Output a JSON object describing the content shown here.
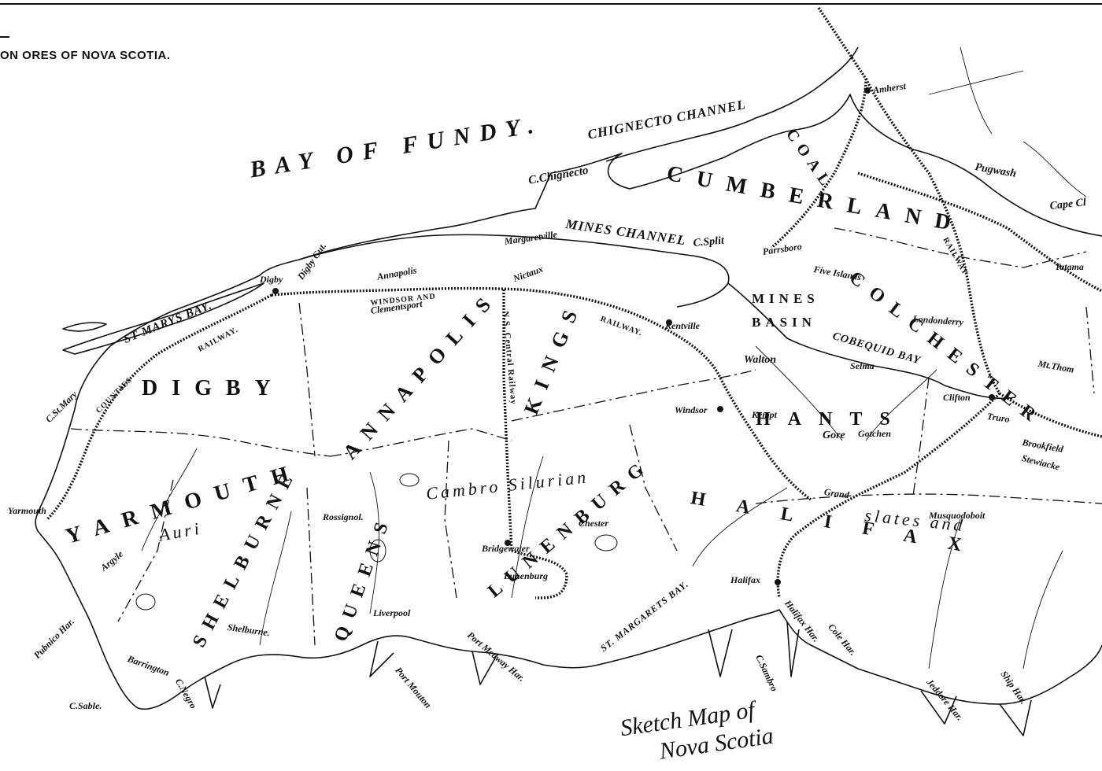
{
  "title": "ON ORES OF NOVA SCOTIA.",
  "caption_line1": "Sketch Map of",
  "caption_line2": "Nova Scotia",
  "water_labels": {
    "bay_of_fundy": "BAY OF FUNDY.",
    "chignecto_channel": "CHIGNECTO CHANNEL",
    "mines_channel": "MINES CHANNEL",
    "st_marys_bay": "ST MARYS BAY.",
    "mines_basin_1": "MINES",
    "mines_basin_2": "BASIN",
    "cobequid_bay": "COBEQUID BAY",
    "st_margarets_bay": "ST. MARGARETS BAY."
  },
  "counties": {
    "cumberland": "CUMBERLAND",
    "digby": "DIGBY",
    "annapolis": "ANNAPOLIS",
    "kings": "KINGS",
    "yarmouth": "YARMOUTH",
    "shelburne": "SHELBURNE",
    "queens": "QUEENS",
    "lunenburg": "LUNENBURG",
    "hants": "HANTS",
    "colchester": "COLCHESTER",
    "halifax": "HALIFAX"
  },
  "places": {
    "amherst": "Amherst",
    "pugwash": "Pugwash",
    "cape_cl": "Cape Cl",
    "c_chignecto": "C.Chignecto",
    "c_split": "C.Split",
    "parrsboro": "Parrsboro",
    "five_islands": "Five Islands",
    "londonderry": "Londonderry",
    "margaretville": "Margaretville",
    "digby_gut": "Digby Gut.",
    "digby": "Digby",
    "annapolis": "Annapolis",
    "clementsport": "Clementsport",
    "nictaux": "Nictaux",
    "kentville": "Kentville",
    "walton": "Walton",
    "selma": "Selma",
    "clifton": "Clifton",
    "truro": "Truro",
    "windsor": "Windsor",
    "kempt": "Kempt",
    "gore": "Gore",
    "gotchen": "Gotchen",
    "c_st_mary": "C.St.Mary",
    "yarmouth": "Yarmouth",
    "argyle": "Argyle",
    "pubnico_har": "Pubnico Har.",
    "barrington": "Barrington",
    "c_sable": "C.Sable.",
    "c_negro": "C.Negro",
    "shelburne": "Shelburne.",
    "rossignol": "Rossignol.",
    "liverpool": "Liverpool",
    "port_mouton": "Port Mouton",
    "port_medway_har": "Port Medway Har.",
    "bridgewater": "Bridgewater",
    "lunenburg": "Lunenburg",
    "chester": "Chester",
    "halifax": "Halifax",
    "halifax_har": "Halifax Har.",
    "musquodoboit": "Musquodoboit",
    "cole_har": "Cole Har.",
    "jeddore_har": "Jeddore Har.",
    "ship_har": "Ship Har.",
    "c_sambro": "C.Sambro",
    "brookfield": "Brookfield",
    "gay_river": "Grand",
    "stewiacke": "Stewiacke",
    "tatamagouche": "Tatama",
    "mt_thom": "Mt.Thom"
  },
  "geology": {
    "coal": "COAL",
    "cambro_silurian": "Cambro Silurian",
    "slates_and": "slates and",
    "auri": "Auri"
  },
  "railways": {
    "railway_1": "RAILWAY.",
    "railway_2": "RAILWAY.",
    "railway_3": "RAILWAY",
    "windsor_and": "WINDSOR AND",
    "counties": "COUNTIES",
    "ns_central": "N.S. Central Railway"
  },
  "colors": {
    "ink": "#111111",
    "paper": "#ffffff"
  }
}
